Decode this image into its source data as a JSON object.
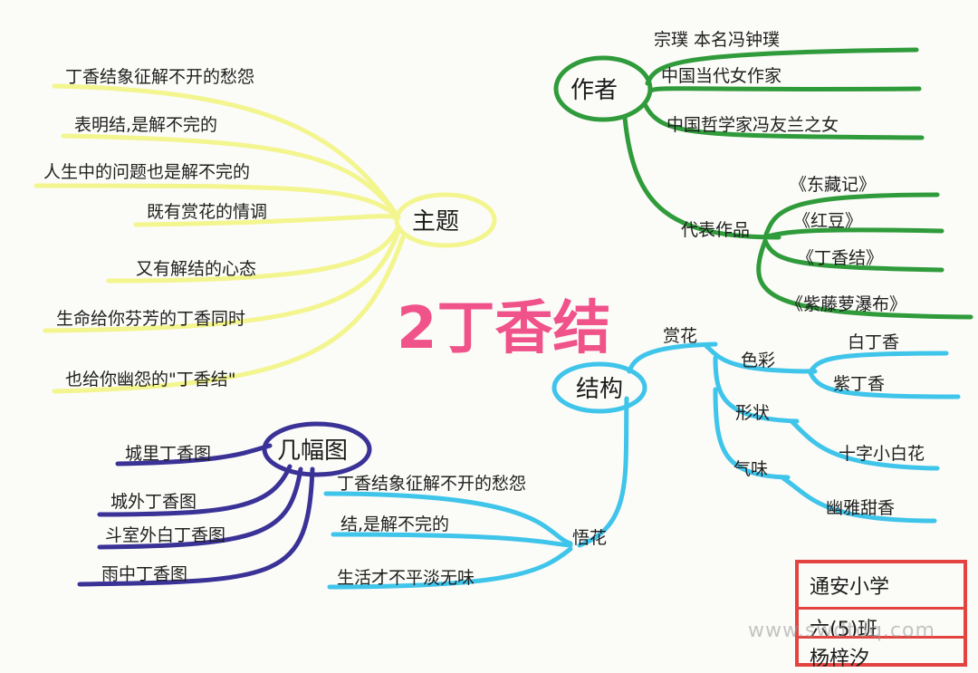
{
  "title": "2丁香结",
  "colors": {
    "theme": "#f3f58e",
    "author": "#2f9b3a",
    "structure": "#3fc4ea",
    "pictures": "#3a3296",
    "title": "#f0528a",
    "stamp": "#e3443f"
  },
  "theme": {
    "label": "主题",
    "items": [
      "丁香结象征解不开的愁怨",
      "表明结,是解不完的",
      "人生中的问题也是解不完的",
      "既有赏花的情调",
      "又有解结的心态",
      "生命给你芬芳的丁香同时",
      "也给你幽怨的\"丁香结\""
    ]
  },
  "author": {
    "label": "作者",
    "items": [
      "宗璞 本名冯钟璞",
      "中国当代女作家",
      "中国哲学家冯友兰之女"
    ],
    "works_label": "代表作品",
    "works": [
      "《东藏记》",
      "《红豆》",
      "《丁香结》",
      "《紫藤萝瀑布》"
    ]
  },
  "structure": {
    "label": "结构",
    "appreciate": {
      "label": "赏花",
      "color": {
        "label": "色彩",
        "items": [
          "白丁香",
          "紫丁香"
        ]
      },
      "shape": {
        "label": "形状",
        "items": [
          "十字小白花"
        ]
      },
      "smell": {
        "label": "气味",
        "items": [
          "幽雅甜香"
        ]
      }
    },
    "insight": {
      "label": "悟花",
      "items": [
        "丁香结象征解不开的愁怨",
        "结,是解不完的",
        "生活才不平淡无味"
      ]
    }
  },
  "pictures": {
    "label": "几幅图",
    "items": [
      "城里丁香图",
      "城外丁香图",
      "斗室外白丁香图",
      "雨中丁香图"
    ]
  },
  "stamp": {
    "school": "通安小学",
    "class": "六(5)班",
    "name": "杨梓汐"
  },
  "watermark": "www.swdtdq.com"
}
